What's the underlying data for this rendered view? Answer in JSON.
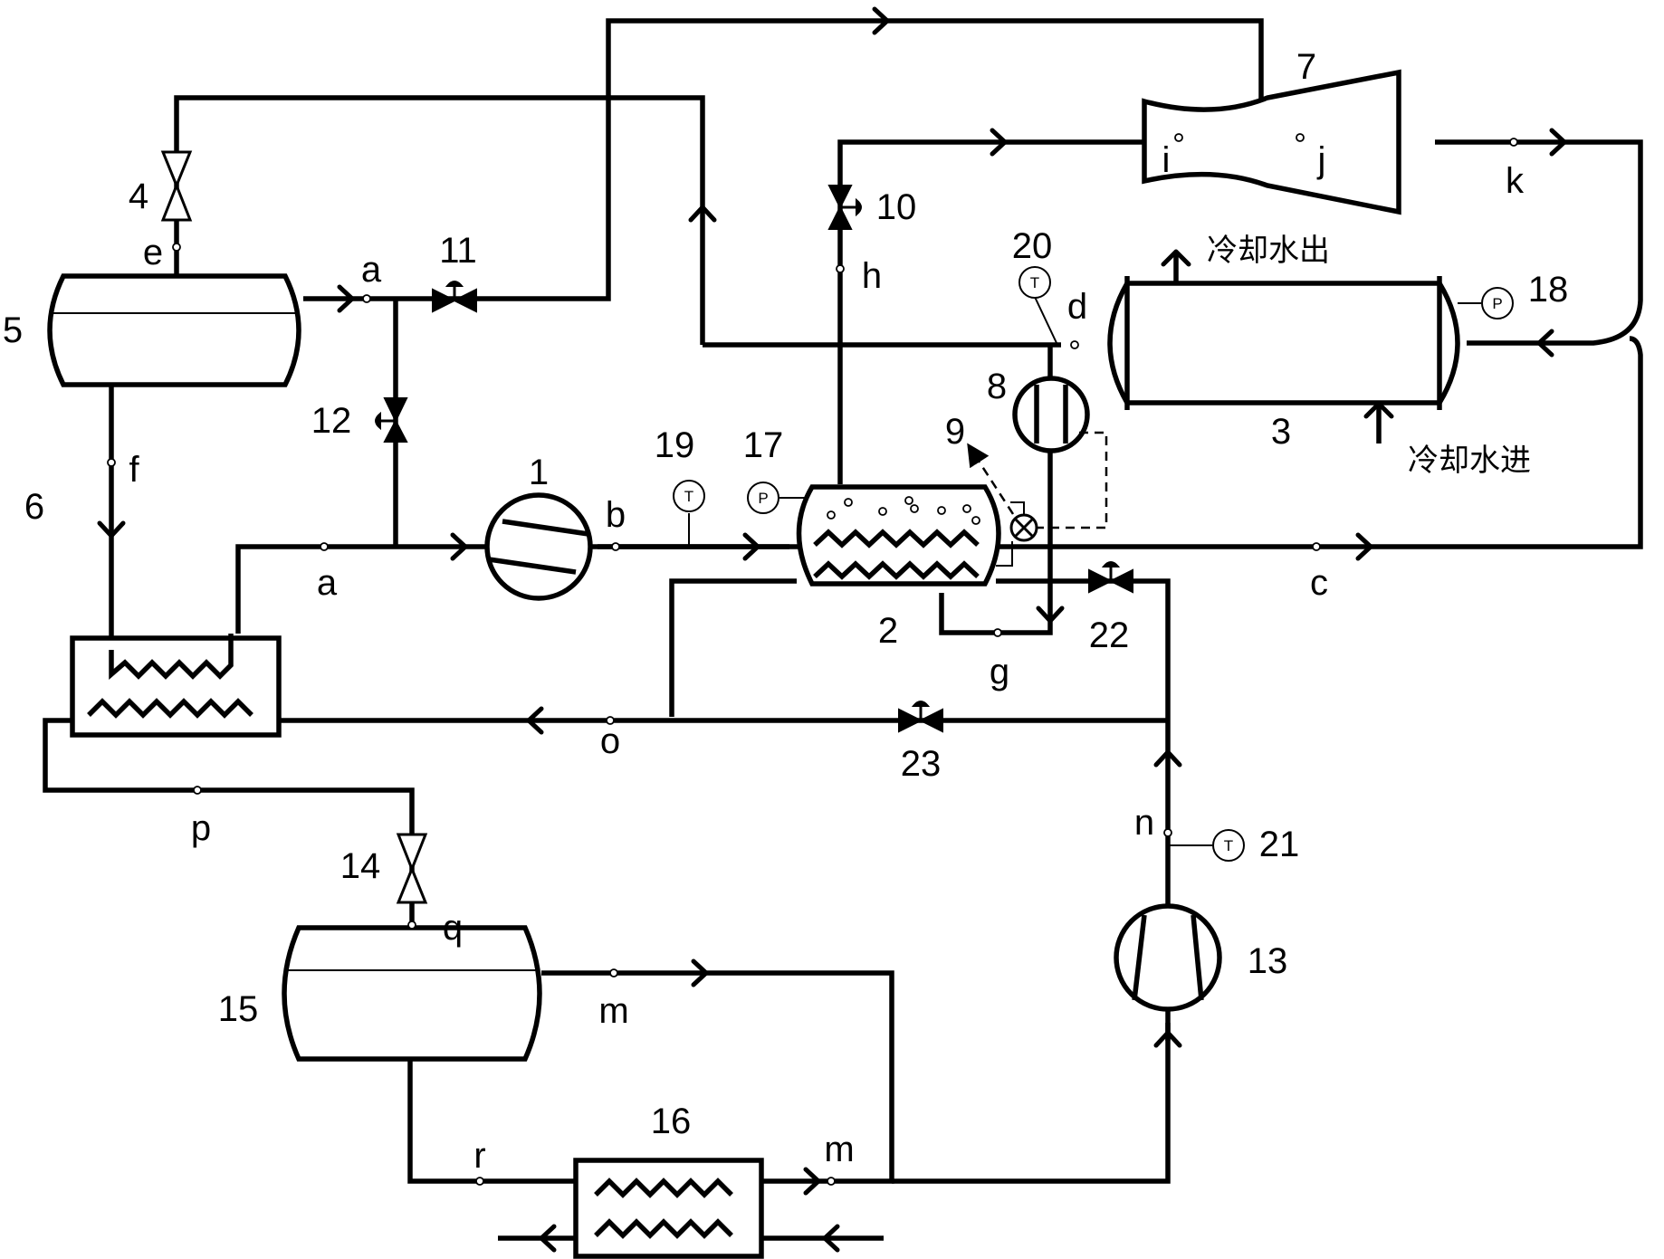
{
  "components": {
    "c1": "1",
    "c2": "2",
    "c3": "3",
    "c4": "4",
    "c5": "5",
    "c6": "6",
    "c7": "7",
    "c8": "8",
    "c9": "9",
    "c10": "10",
    "c11": "11",
    "c12": "12",
    "c13": "13",
    "c14": "14",
    "c15": "15",
    "c16": "16",
    "c17": "17",
    "c18": "18",
    "c19": "19",
    "c20": "20",
    "c21": "21",
    "c22": "22",
    "c23": "23"
  },
  "state_points": {
    "a": "a",
    "b": "b",
    "c": "c",
    "d": "d",
    "e": "e",
    "f": "f",
    "g": "g",
    "h": "h",
    "i": "i",
    "j": "j",
    "k": "k",
    "m": "m",
    "n": "n",
    "o": "o",
    "p": "p",
    "q": "q",
    "r": "r"
  },
  "annotations": {
    "cooling_water_out": "冷却水出",
    "cooling_water_in": "冷却水进"
  },
  "gauges": {
    "temperature": "T",
    "pressure": "P"
  },
  "icons": [
    "arrow-icon",
    "valve-icon",
    "expansion-valve-icon",
    "compressor-icon",
    "heat-exchanger-icon",
    "tank-icon",
    "ejector-icon",
    "temperature-sensor-icon",
    "pressure-sensor-icon"
  ]
}
